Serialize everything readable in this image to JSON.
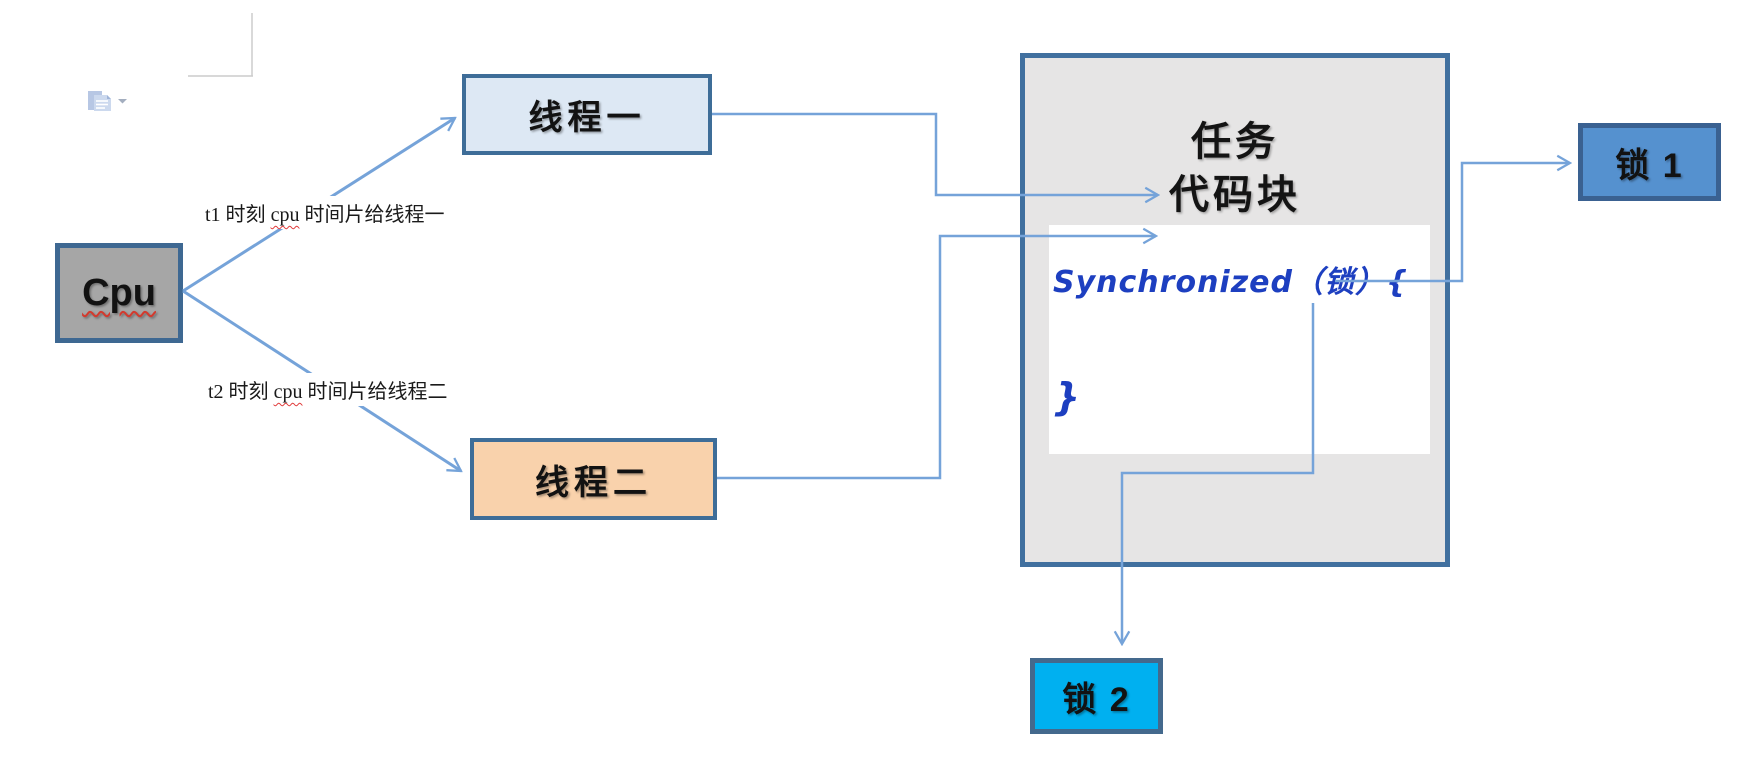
{
  "chrome": {
    "paste_options_icon": "paste-options-icon",
    "dropdown_icon": "chevron-down-icon",
    "page_corner_mark": "page-corner-mark"
  },
  "diagram": {
    "cpu": {
      "label": "Cpu",
      "fill": "#a6a6a6"
    },
    "thread1": {
      "label": "线程一",
      "fill": "#dde8f4"
    },
    "thread2": {
      "label": "线程二",
      "fill": "#f9d2ac"
    },
    "task_box": {
      "title1": "任务",
      "title2": "代码块",
      "fill": "#e6e5e5"
    },
    "code_block": {
      "line1": "Synchronized（锁）{",
      "line2": "}",
      "text_color": "#1d3fc0"
    },
    "lock1": {
      "label": "锁 1",
      "fill": "#5591cf"
    },
    "lock2": {
      "label": "锁 2",
      "fill": "#00b0f0"
    },
    "annotation_t1": {
      "pre": "t1 时刻 ",
      "spellcheck_word": "cpu",
      "post": " 时间片给线程一"
    },
    "annotation_t2": {
      "pre": "t2 时刻 ",
      "spellcheck_word": "cpu",
      "post": " 时间片给线程二"
    },
    "connector_color": "#75a3d9",
    "border_color": "#3e6892"
  }
}
